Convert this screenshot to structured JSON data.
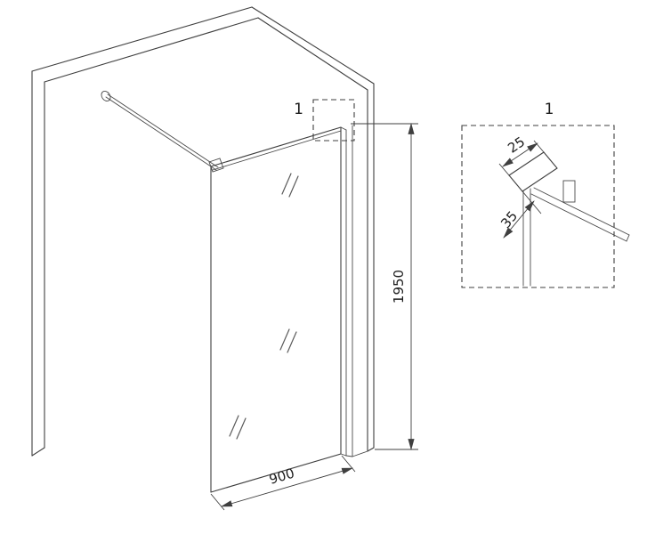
{
  "drawing": {
    "main_view": {
      "callout_label": "1",
      "height_dim": "1950",
      "width_dim": "900"
    },
    "detail_view": {
      "title": "1",
      "dim_top": "25",
      "dim_side": "35"
    },
    "colors": {
      "line": "#3f3f3f",
      "text": "#1c1c1c",
      "background": "#ffffff"
    }
  }
}
